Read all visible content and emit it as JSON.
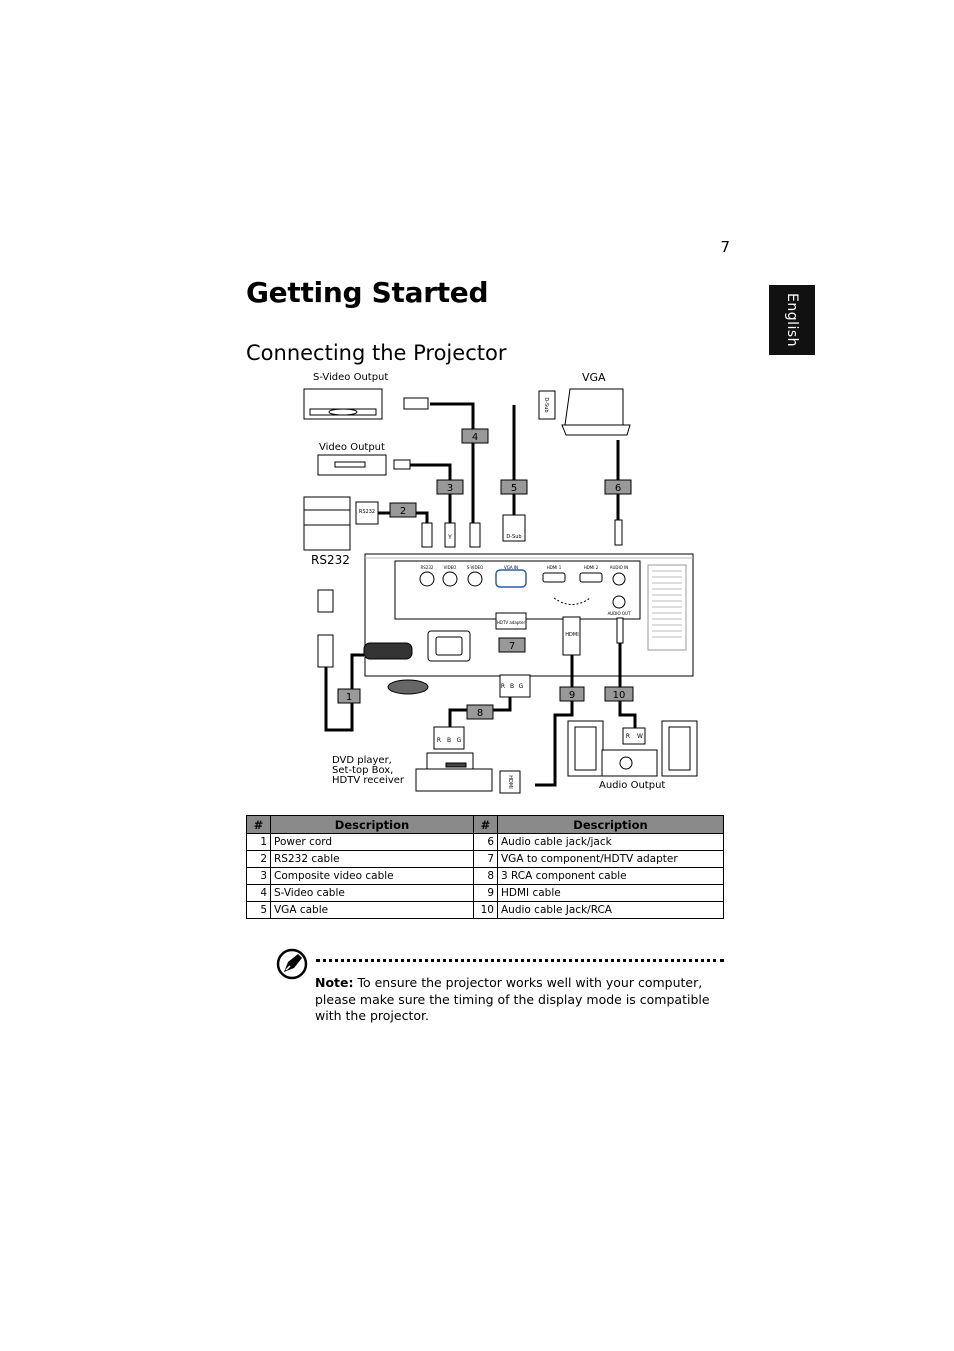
{
  "page": {
    "number": "7",
    "language_tab": "English",
    "title": "Getting Started",
    "section_title": "Connecting the Projector"
  },
  "diagram": {
    "labels": {
      "svideo_output": "S-Video Output",
      "vga": "VGA",
      "video_output": "Video Output",
      "rs232": "RS232",
      "rs232_small": "RS232",
      "dsub_top": "D-Sub",
      "dsub_bottom": "D-Sub",
      "hdtv_adapter": "HDTV adapter",
      "hdmi_plug": "HDMI",
      "hdmi_bottom": "HDMI",
      "dvd_line1": "DVD player,",
      "dvd_line2": "Set-top Box,",
      "dvd_line3": "HDTV receiver",
      "audio_output": "Audio Output",
      "port_rs232": "RS232",
      "port_video": "VIDEO",
      "port_svideo": "S-VIDEO",
      "port_vga_in": "VGA IN",
      "port_hdmi1": "HDMI 1",
      "port_hdmi2": "HDMI 2",
      "port_audio_in": "AUDIO IN",
      "port_audio_out": "AUDIO OUT",
      "plug_y": "Y",
      "rca_r": "R",
      "rca_b": "B",
      "rca_g": "G",
      "rca_r2": "R",
      "rca_b2": "B",
      "rca_g2": "G",
      "audio_r": "R",
      "audio_w": "W"
    },
    "callouts": [
      "1",
      "2",
      "3",
      "4",
      "5",
      "6",
      "7",
      "8",
      "9",
      "10"
    ]
  },
  "table": {
    "headers": [
      "#",
      "Description",
      "#",
      "Description"
    ],
    "rows": [
      {
        "n1": "1",
        "d1": "Power cord",
        "n2": "6",
        "d2": "Audio cable jack/jack"
      },
      {
        "n1": "2",
        "d1": "RS232 cable",
        "n2": "7",
        "d2": "VGA to component/HDTV adapter"
      },
      {
        "n1": "3",
        "d1": "Composite video cable",
        "n2": "8",
        "d2": "3 RCA component cable"
      },
      {
        "n1": "4",
        "d1": "S-Video cable",
        "n2": "9",
        "d2": "HDMI cable"
      },
      {
        "n1": "5",
        "d1": "VGA cable",
        "n2": "10",
        "d2": "Audio cable Jack/RCA"
      }
    ]
  },
  "note": {
    "label": "Note:",
    "text": " To ensure the projector works well with your computer, please make sure the timing of the display mode is compatible with the projector."
  },
  "icons": [
    "note-pen-icon"
  ]
}
